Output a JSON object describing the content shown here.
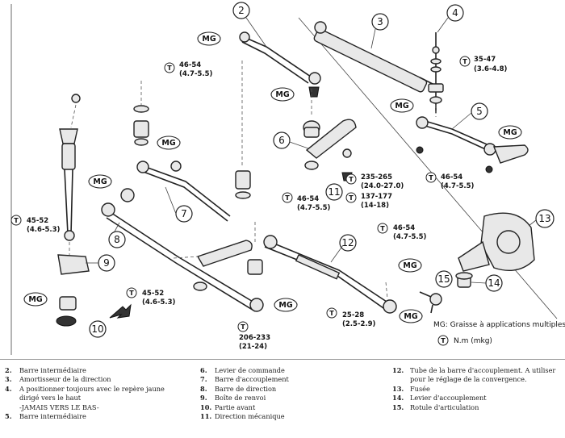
{
  "diagram": {
    "callouts": [
      {
        "id": "c1",
        "label": "2"
      },
      {
        "id": "c2",
        "label": "3"
      },
      {
        "id": "c3",
        "label": "4"
      },
      {
        "id": "c4",
        "label": "5"
      },
      {
        "id": "c5",
        "label": "6"
      },
      {
        "id": "c6",
        "label": "7"
      },
      {
        "id": "c7",
        "label": "8"
      },
      {
        "id": "c8",
        "label": "9"
      },
      {
        "id": "c9",
        "label": "10"
      },
      {
        "id": "c10",
        "label": "11"
      },
      {
        "id": "c11",
        "label": "12"
      },
      {
        "id": "c12",
        "label": "13"
      },
      {
        "id": "c13",
        "label": "14"
      },
      {
        "id": "c14",
        "label": "15"
      }
    ],
    "mg_label": "MG",
    "torque_icon_label": "T",
    "torques": [
      {
        "nm": "46-54",
        "mkg": "(4.7-5.5)"
      },
      {
        "nm": "35-47",
        "mkg": "(3.6-4.8)"
      },
      {
        "nm": "46-54",
        "mkg": "(4.7-5.5)"
      },
      {
        "nm": "235-265",
        "mkg": "(24.0-27.0)"
      },
      {
        "nm": "137-177",
        "mkg": "(14-18)"
      },
      {
        "nm": "46-54",
        "mkg": "(4.7-5.5)"
      },
      {
        "nm": "45-52",
        "mkg": "(4.6-5.3)"
      },
      {
        "nm": "46-54",
        "mkg": "(4.7-5.5)"
      },
      {
        "nm": "45-52",
        "mkg": "(4.6-5.3)"
      },
      {
        "nm": "206-233",
        "mkg": "(21-24)"
      },
      {
        "nm": "25-28",
        "mkg": "(2.5-2.9)"
      }
    ],
    "key": {
      "mg_text": "MG: Graisse à applications multiples",
      "torque_unit": "N.m (mkg)"
    }
  },
  "legend": {
    "col1": [
      {
        "n": "2.",
        "t": "Barre intermédiaire"
      },
      {
        "n": "3.",
        "t": "Amortisseur de la direction"
      },
      {
        "n": "4.",
        "t": "A positionner toujours avec le repère jaune"
      },
      {
        "n": "",
        "t": "dirigé vers le haut"
      },
      {
        "n": "",
        "t": "-JAMAIS VERS LE BAS-"
      },
      {
        "n": "5.",
        "t": "Barre intermédiaire"
      }
    ],
    "col2": [
      {
        "n": "6.",
        "t": "Levier de commande"
      },
      {
        "n": "7.",
        "t": "Barre d'accouplement"
      },
      {
        "n": "8.",
        "t": "Barre de direction"
      },
      {
        "n": "9.",
        "t": "Boîte de renvoi"
      },
      {
        "n": "10.",
        "t": "Partie avant"
      },
      {
        "n": "11.",
        "t": "Direction mécanique"
      }
    ],
    "col3": [
      {
        "n": "12.",
        "t": "Tube de la barre d'accouplement. A utiliser"
      },
      {
        "n": "",
        "t": "pour le réglage de la convergence."
      },
      {
        "n": "13.",
        "t": "Fusée"
      },
      {
        "n": "14.",
        "t": "Levier d'accouplement"
      },
      {
        "n": "15.",
        "t": "Rotule d'articulation"
      }
    ]
  }
}
